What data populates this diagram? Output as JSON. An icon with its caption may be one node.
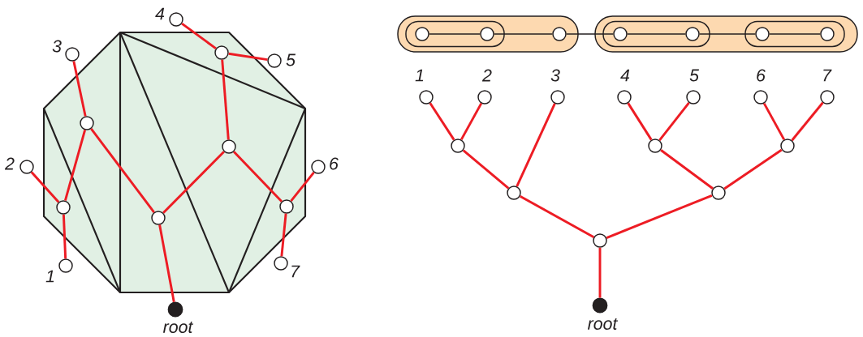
{
  "diagram": {
    "nodes": [
      {
        "text": [],
        "shape": "circle",
        "beside": [
          "1"
        ]
      },
      {
        "text": [],
        "shape": "circle",
        "beside": [
          "2"
        ]
      },
      {
        "text": [],
        "shape": "circle",
        "beside": [
          "3"
        ]
      },
      {
        "text": [],
        "shape": "circle",
        "beside": [
          "4"
        ]
      },
      {
        "text": [],
        "shape": "circle",
        "beside": [
          "5"
        ]
      },
      {
        "text": [],
        "shape": "circle",
        "beside": [
          "6"
        ]
      },
      {
        "text": [],
        "shape": "circle",
        "beside": [
          "7"
        ]
      },
      {
        "text": [],
        "shape": "circle"
      },
      {
        "text": [],
        "shape": "circle"
      },
      {
        "text": [],
        "shape": "circle"
      },
      {
        "text": [],
        "shape": "circle"
      },
      {
        "text": [],
        "shape": "circle"
      },
      {
        "text": [],
        "shape": "circle"
      },
      {
        "text": [],
        "shape": "dot",
        "beside": [
          "root"
        ]
      },
      {
        "text": [],
        "shape": "box"
      },
      {
        "text": [],
        "shape": "box",
        "in": 14
      },
      {
        "text": [],
        "shape": "circle",
        "in": 15
      },
      {
        "text": [],
        "shape": "circle",
        "in": 15
      },
      {
        "text": [],
        "shape": "circle",
        "in": 14
      },
      {
        "text": [],
        "shape": "box"
      },
      {
        "text": [],
        "shape": "box",
        "in": 19
      },
      {
        "text": [],
        "shape": "circle",
        "in": 20
      },
      {
        "text": [],
        "shape": "circle",
        "in": 20
      },
      {
        "text": [],
        "shape": "box",
        "in": 19
      },
      {
        "text": [],
        "shape": "circle",
        "in": 23
      },
      {
        "text": [],
        "shape": "circle",
        "in": 23
      },
      {
        "text": [],
        "shape": "circle",
        "beside": [
          "1"
        ]
      },
      {
        "text": [],
        "shape": "circle",
        "beside": [
          "2"
        ]
      },
      {
        "text": [],
        "shape": "circle",
        "beside": [
          "3"
        ]
      },
      {
        "text": [],
        "shape": "circle",
        "beside": [
          "4"
        ]
      },
      {
        "text": [],
        "shape": "circle",
        "beside": [
          "5"
        ]
      },
      {
        "text": [],
        "shape": "circle",
        "beside": [
          "6"
        ]
      },
      {
        "text": [],
        "shape": "circle",
        "beside": [
          "7"
        ]
      },
      {
        "text": [],
        "shape": "circle"
      },
      {
        "text": [],
        "shape": "circle"
      },
      {
        "text": [],
        "shape": "circle"
      },
      {
        "text": [],
        "shape": "circle"
      },
      {
        "text": [],
        "shape": "circle"
      },
      {
        "text": [],
        "shape": "circle"
      },
      {
        "text": [],
        "shape": "dot",
        "beside": [
          "root"
        ]
      }
    ],
    "edges": [
      {
        "from": 13,
        "to": 9,
        "arrow": "none"
      },
      {
        "from": 9,
        "to": 8,
        "arrow": "none"
      },
      {
        "from": 9,
        "to": 10,
        "arrow": "none"
      },
      {
        "from": 8,
        "to": 2,
        "arrow": "none"
      },
      {
        "from": 8,
        "to": 7,
        "arrow": "none"
      },
      {
        "from": 7,
        "to": 0,
        "arrow": "none"
      },
      {
        "from": 7,
        "to": 1,
        "arrow": "none"
      },
      {
        "from": 10,
        "to": 11,
        "arrow": "none"
      },
      {
        "from": 10,
        "to": 12,
        "arrow": "none"
      },
      {
        "from": 11,
        "to": 3,
        "arrow": "none"
      },
      {
        "from": 11,
        "to": 4,
        "arrow": "none"
      },
      {
        "from": 12,
        "to": 5,
        "arrow": "none"
      },
      {
        "from": 12,
        "to": 6,
        "arrow": "none"
      },
      {
        "from": 16,
        "to": 17,
        "arrow": "none",
        "color": "#231f20"
      },
      {
        "from": 17,
        "to": 18,
        "arrow": "none",
        "color": "#231f20"
      },
      {
        "from": 18,
        "to": 21,
        "arrow": "none",
        "color": "#231f20"
      },
      {
        "from": 21,
        "to": 22,
        "arrow": "none",
        "color": "#231f20"
      },
      {
        "from": 22,
        "to": 24,
        "arrow": "none",
        "color": "#231f20"
      },
      {
        "from": 24,
        "to": 25,
        "arrow": "none",
        "color": "#231f20"
      },
      {
        "from": 39,
        "to": 38,
        "arrow": "none"
      },
      {
        "from": 38,
        "to": 34,
        "arrow": "none"
      },
      {
        "from": 38,
        "to": 37,
        "arrow": "none"
      },
      {
        "from": 34,
        "to": 33,
        "arrow": "none"
      },
      {
        "from": 34,
        "to": 28,
        "arrow": "none"
      },
      {
        "from": 33,
        "to": 26,
        "arrow": "none"
      },
      {
        "from": 33,
        "to": 27,
        "arrow": "none"
      },
      {
        "from": 37,
        "to": 35,
        "arrow": "none"
      },
      {
        "from": 37,
        "to": 36,
        "arrow": "none"
      },
      {
        "from": 35,
        "to": 29,
        "arrow": "none"
      },
      {
        "from": 35,
        "to": 30,
        "arrow": "none"
      },
      {
        "from": 36,
        "to": 31,
        "arrow": "none"
      },
      {
        "from": 36,
        "to": 32,
        "arrow": "none"
      }
    ]
  }
}
